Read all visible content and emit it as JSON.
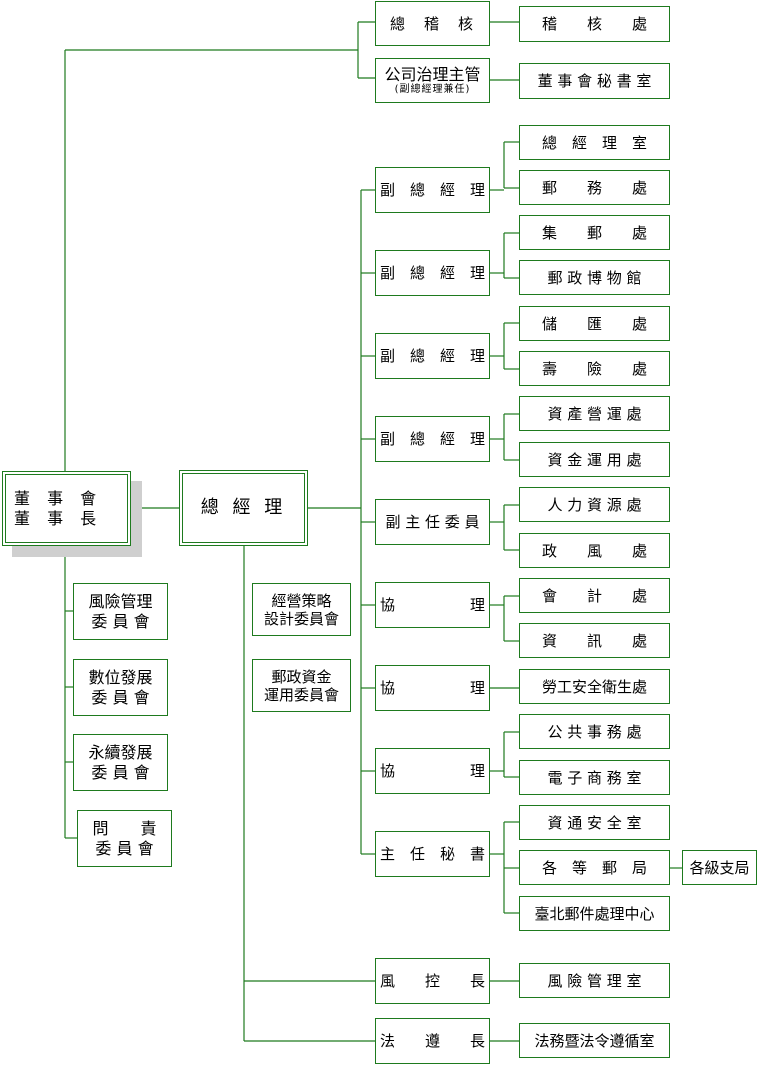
{
  "chairman": {
    "line1": "董 事 會",
    "line2": "董 事 長"
  },
  "gm": "總 經 理",
  "audit_chief": "總　稽　核",
  "audit_dept": "稽　　核　　處",
  "gov_officer": {
    "line1": "公司治理主管",
    "line2": "(副總經理兼任)"
  },
  "board_secretary": "董 事 會 秘 書 室",
  "board_committees": [
    {
      "line1": "風險管理",
      "line2": "委 員 會"
    },
    {
      "line1": "數位發展",
      "line2": "委 員 會"
    },
    {
      "line1": "永續發展",
      "line2": "委 員 會"
    },
    {
      "line1": "問　　責",
      "line2": "委 員 會"
    }
  ],
  "gm_committees": [
    {
      "line1": "經營策略",
      "line2": "設計委員會"
    },
    {
      "line1": "郵政資金",
      "line2": "運用委員會"
    }
  ],
  "executives": [
    "副　總　經　理",
    "副　總　經　理",
    "副　總　經　理",
    "副　總　經　理",
    "副 主 任 委 員",
    "協　　　　　理",
    "協　　　　　理",
    "協　　　　　理",
    "主　任　秘　書"
  ],
  "departments": [
    "總　經　理　室",
    "郵　　務　　處",
    "集　　郵　　處",
    "郵 政 博 物 館",
    "儲　　匯　　處",
    "壽　　險　　處",
    "資 產 營 運 處",
    "資 金 運 用 處",
    "人 力 資 源 處",
    "政　　風　　處",
    "會　　計　　處",
    "資　　訊　　處",
    "勞工安全衛生處",
    "公 共 事 務 處",
    "電 子 商 務 室",
    "資 通 安 全 室",
    "各　等　郵　局",
    "臺北郵件處理中心"
  ],
  "branches": "各級支局",
  "risk_chief": "風　　控　　長",
  "risk_office": "風 險 管 理 室",
  "compliance_chief": "法　　遵　　長",
  "compliance_office": "法務暨法令遵循室"
}
